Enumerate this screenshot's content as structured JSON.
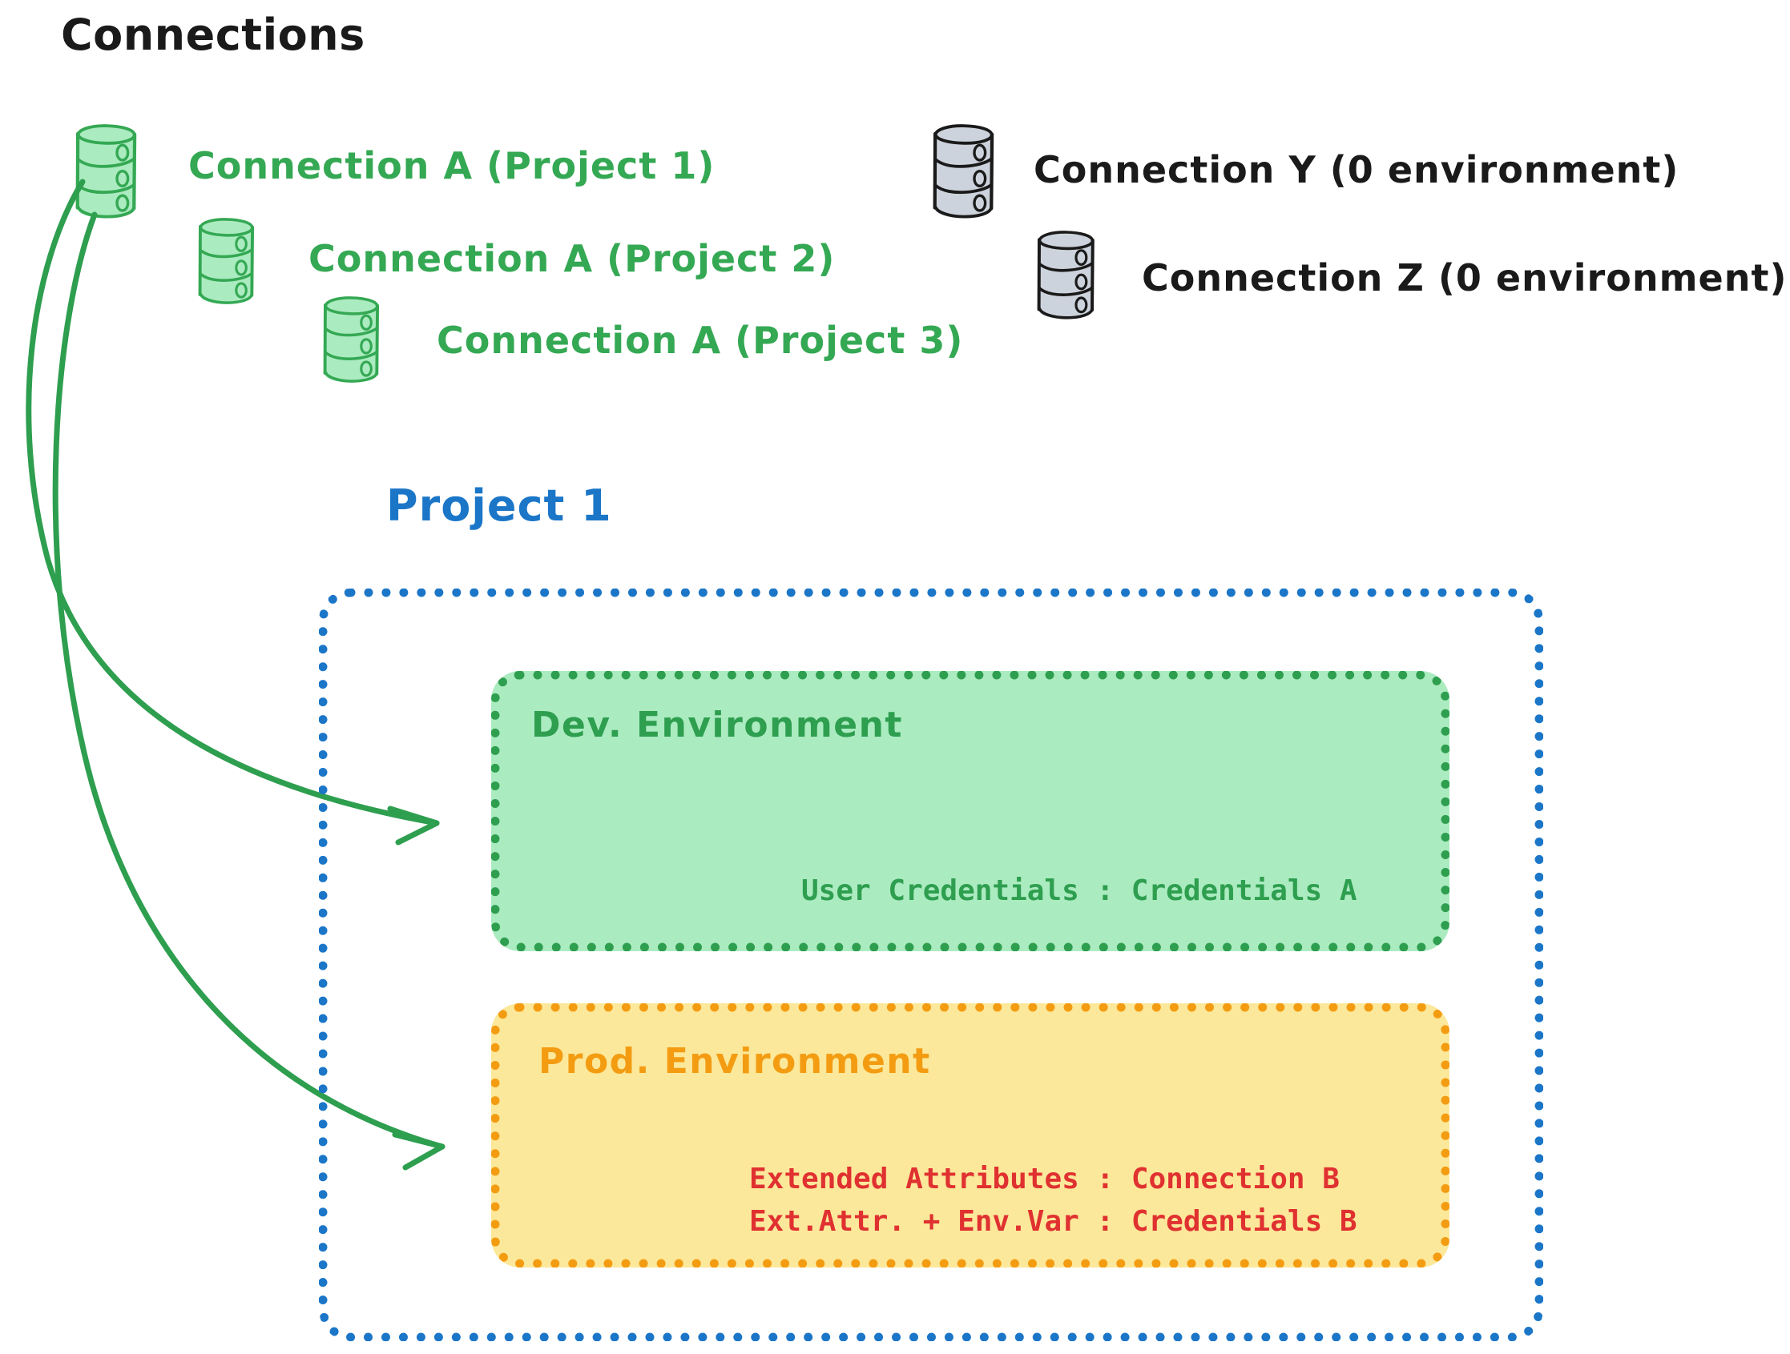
{
  "diagram": {
    "type": "architecture-diagram",
    "title": "Connections",
    "background": "#ffffff",
    "colors": {
      "green_stroke": "#34a853",
      "green_fill": "#abebc0",
      "green_dark": "#2e9e4f",
      "gray_stroke": "#1a1a1a",
      "gray_fill": "#cdd3dc",
      "blue": "#1b76c8",
      "orange": "#f39c12",
      "yellow_fill": "#fce89a",
      "red": "#e03131"
    }
  },
  "connections_section": {
    "heading": "Connections",
    "green_connections": [
      {
        "label": "Connection A (Project 1)",
        "icon": "database-cylinder-icon"
      },
      {
        "label": "Connection A (Project 2)",
        "icon": "database-cylinder-icon"
      },
      {
        "label": "Connection A (Project 3)",
        "icon": "database-cylinder-icon"
      }
    ],
    "gray_connections": [
      {
        "label": "Connection Y (0 environment)",
        "icon": "database-cylinder-icon"
      },
      {
        "label": "Connection Z (0 environment)",
        "icon": "database-cylinder-icon"
      }
    ]
  },
  "project": {
    "title": "Project 1",
    "environments": [
      {
        "name": "Dev. Environment",
        "color": "#2e9e4f",
        "fill": "#abebc0",
        "entries": [
          "User Credentials : Credentials A"
        ]
      },
      {
        "name": "Prod. Environment",
        "color": "#f39c12",
        "fill": "#fce89a",
        "entries": [
          "Extended Attributes : Connection B",
          "Ext.Attr. + Env.Var : Credentials B"
        ]
      }
    ]
  },
  "arrows": [
    {
      "name": "arrow-connection-a-to-dev",
      "from": "Connection A (Project 1)",
      "to": "Dev. Environment",
      "color": "#2e9e4f"
    },
    {
      "name": "arrow-connection-a-to-prod",
      "from": "Connection A (Project 1)",
      "to": "Prod. Environment",
      "color": "#2e9e4f"
    }
  ]
}
